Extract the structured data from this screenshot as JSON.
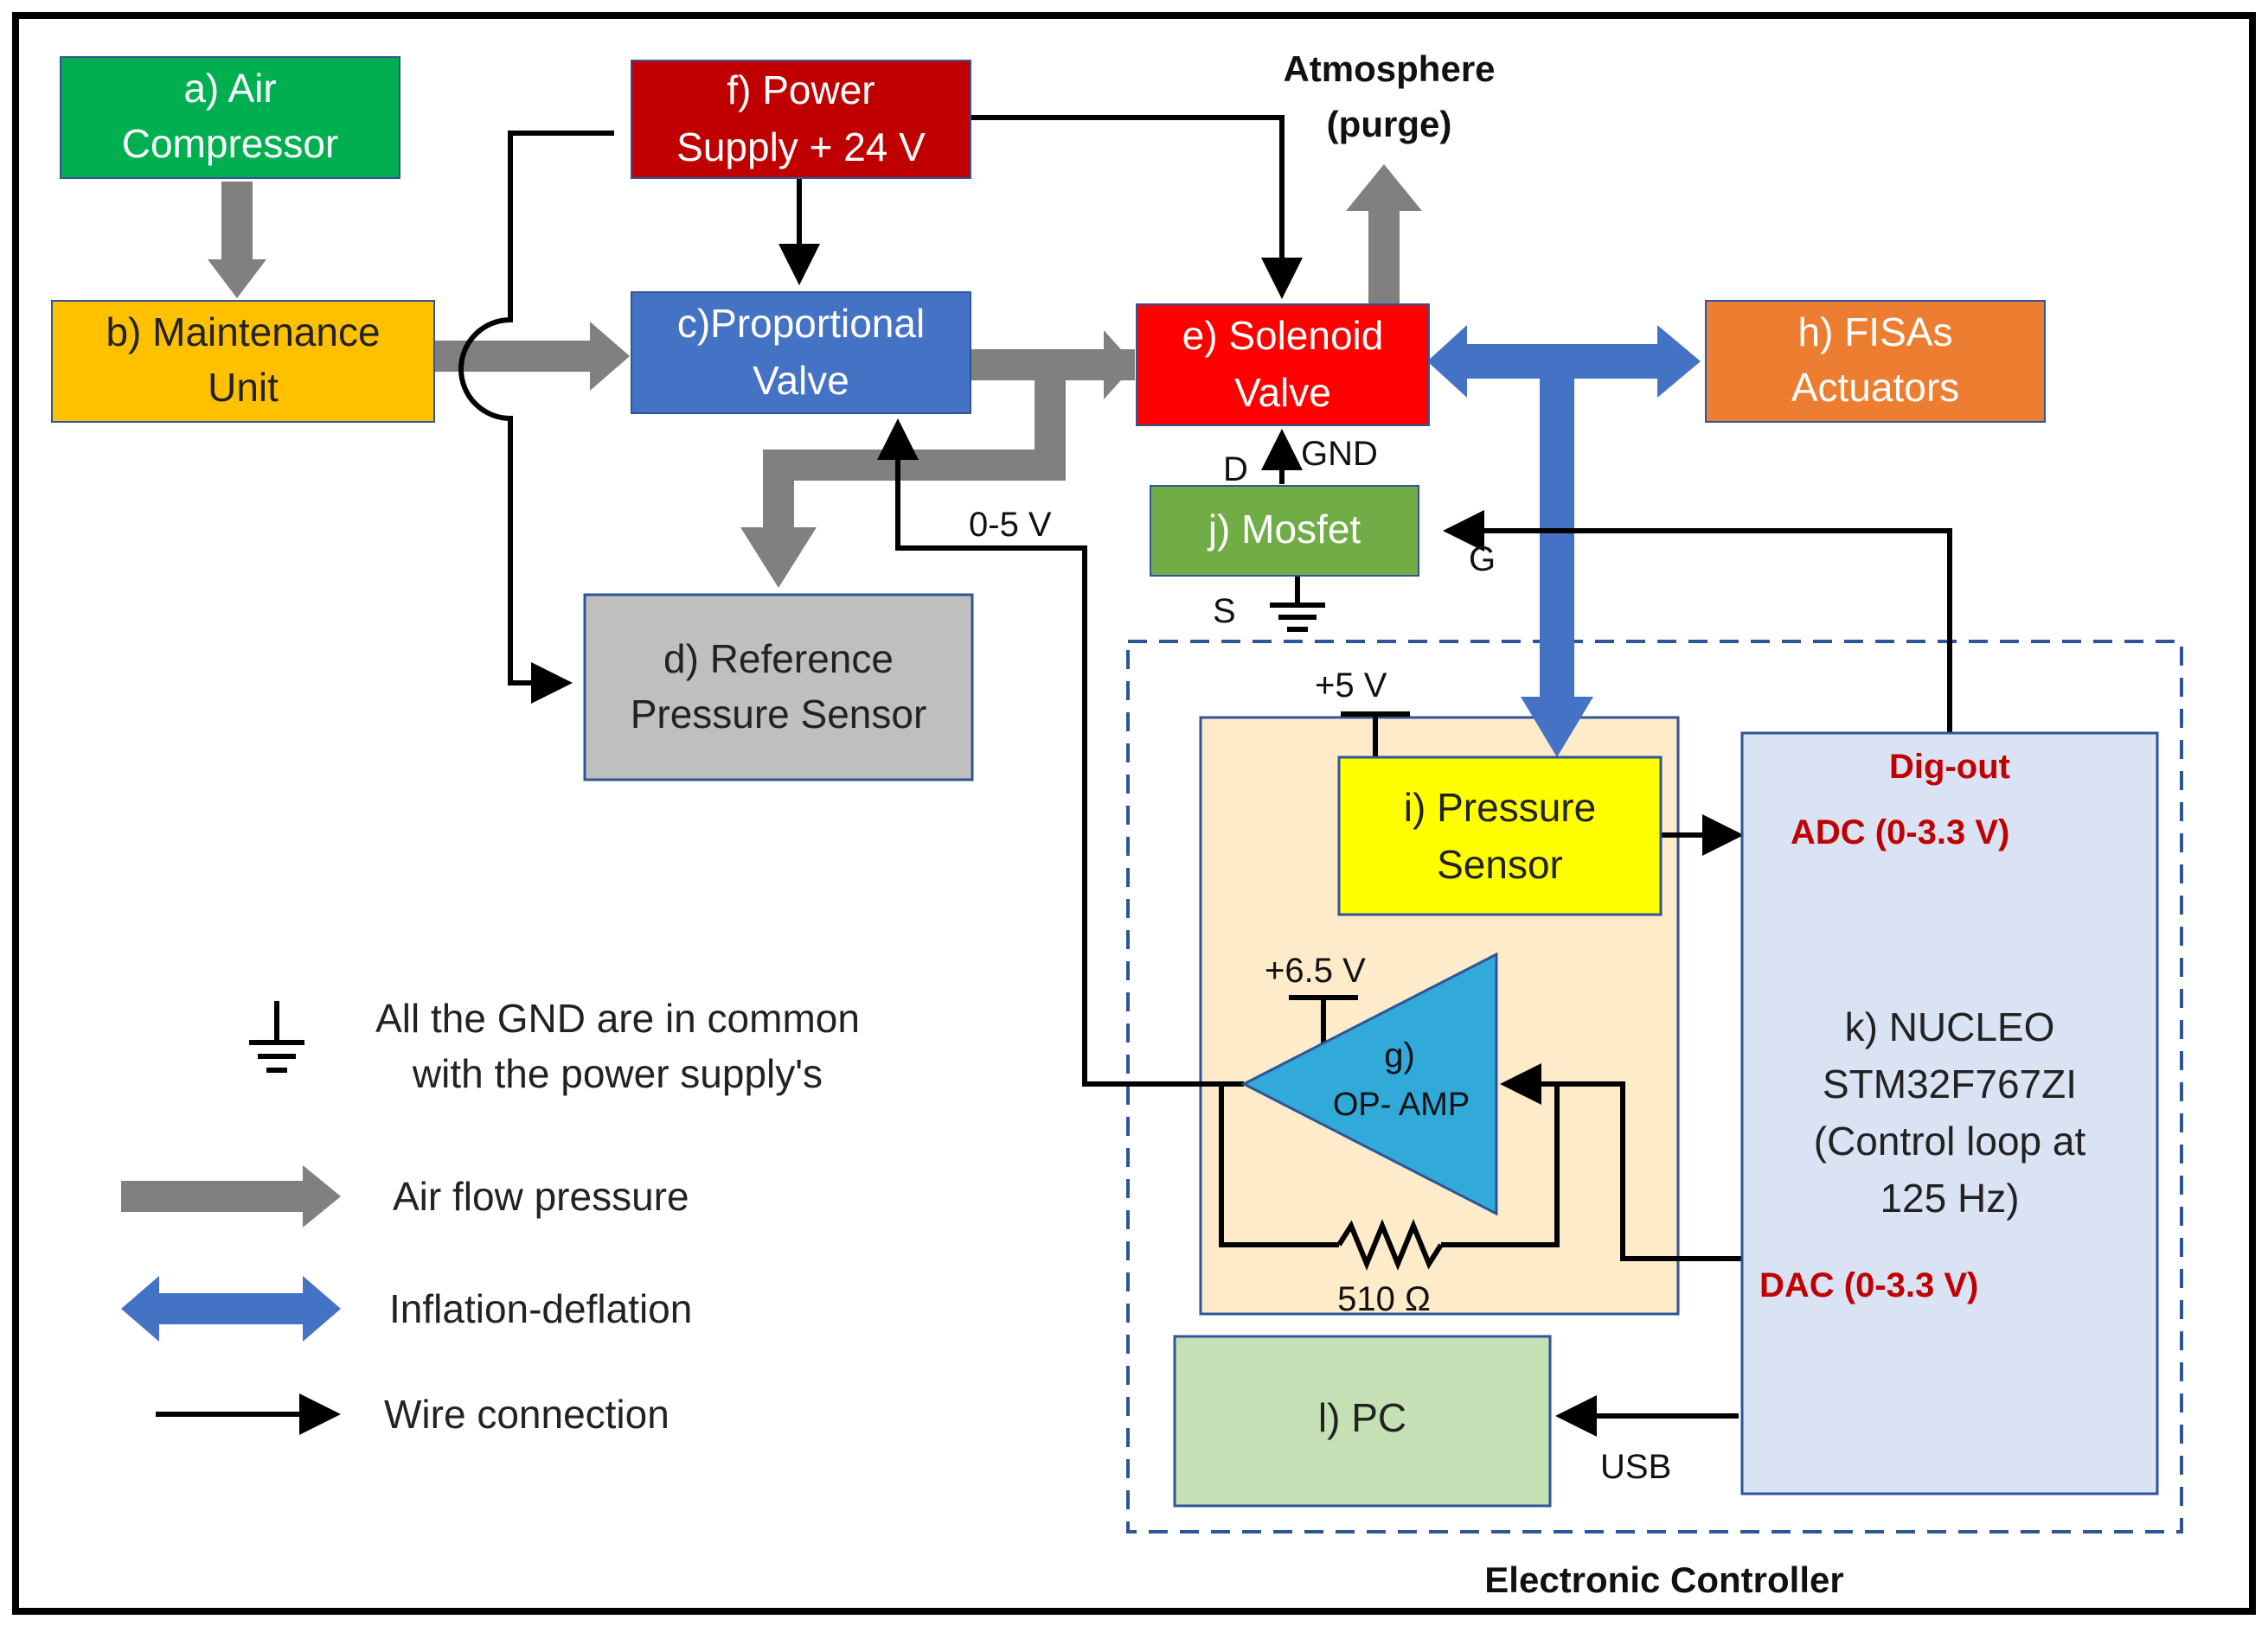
{
  "blocks": {
    "air_compressor": {
      "line1": "a) Air",
      "line2": "Compressor",
      "color": "#00b050"
    },
    "maintenance_unit": {
      "line1": "b) Maintenance",
      "line2": "Unit",
      "color": "#ffc000"
    },
    "proportional_valve": {
      "line1": "c)Proportional",
      "line2": "Valve",
      "color": "#4472c4"
    },
    "reference_sensor": {
      "line1": "d) Reference",
      "line2": "Pressure Sensor",
      "color": "#bfbfbf"
    },
    "solenoid_valve": {
      "line1": "e) Solenoid",
      "line2": "Valve",
      "color": "#ff0000"
    },
    "power_supply": {
      "line1": "f) Power",
      "line2": "Supply + 24 V",
      "color": "#c00000"
    },
    "op_amp": {
      "line1": "g)",
      "line2": "OP- AMP",
      "color": "#31a9d9"
    },
    "fisas_actuators": {
      "line1": "h) FISAs",
      "line2": "Actuators",
      "color": "#ed7d31"
    },
    "pressure_sensor": {
      "line1": "i) Pressure",
      "line2": "Sensor",
      "color": "#ffff00"
    },
    "mosfet": {
      "label": "j) Mosfet",
      "color": "#70ad47"
    },
    "nucleo": {
      "line1": "k) NUCLEO",
      "line2": "STM32F767ZI",
      "line3": "(Control loop at",
      "line4": "125 Hz)",
      "color": "#dae3f3"
    },
    "pc": {
      "label": "l) PC",
      "color": "#c5e0b4"
    }
  },
  "labels": {
    "atmosphere": "Atmosphere",
    "purge": "(purge)",
    "zero_five_v": "0-5 V",
    "d_pin": "D",
    "gnd_pin": "GND",
    "s_pin": "S",
    "g_pin": "G",
    "plus5v": "+5 V",
    "plus65v": "+6.5 V",
    "resistor": "510 Ω",
    "dig_out": "Dig-out",
    "adc": "ADC (0-3.3 V)",
    "dac": "DAC (0-3.3 V)",
    "usb": "USB",
    "electronic_controller": "Electronic Controller"
  },
  "legend": {
    "gnd_line1": "All the GND are in common",
    "gnd_line2": "with the power supply's",
    "air_flow": "Air flow pressure",
    "inflation": "Inflation-deflation",
    "wire": "Wire connection"
  },
  "colors": {
    "air_flow": "#808080",
    "inflation": "#4472c4",
    "controller_region": "#fdebc9",
    "controller_border": "#2e5597",
    "wire": "#000000"
  }
}
